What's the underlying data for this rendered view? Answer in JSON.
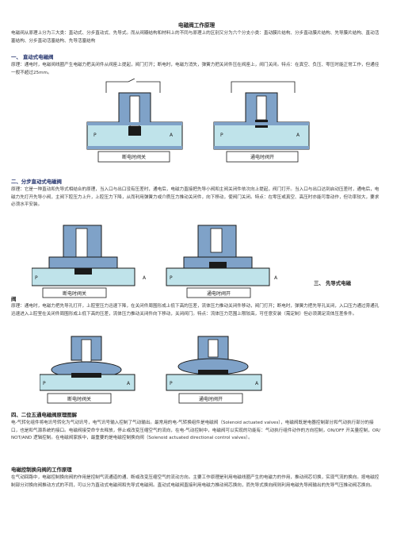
{
  "title": "电磁阀工作原理",
  "intro": "电磁阀从原理上分为三大类：直动式、分步直动式、先导式。而从阀瓣结构和材料上的不同与原理上的区别又分为六个分支小类：直动膜片结构、分步直动膜片结构、先导膜片结构、直动活塞结构、分步直动活塞结构、先导活塞结构",
  "s1": {
    "heading": "一、  直动式电磁阀",
    "text": "原理：通电时，电磁阀线圈产生电磁力把关闭件从阀座上提起，阀门打开；断电时，电磁力消失，弹簧力把关闭件压在阀座上，阀门关闭。特点：在真空、负压、零压时能正常工作，但通径一般不超过25mm。",
    "fig": {
      "left_caption": "断电时阀关",
      "right_caption": "通电时阀开",
      "in_label": "P",
      "out_label": "A"
    }
  },
  "s2": {
    "heading": "二、分步直动式电磁阀",
    "text": "原理：它是一种直动和先导式相结合的原理，当入口与出口没有压差时，通电后，电磁力直接把先导小阀和主阀关闭件依次向上提起，阀门打开。当入口与出口达到启动压差时，通电后，电磁力先打开先导小阀，主阀下腔压力上升，上腔压力下降，从而利用弹簧力或介质压力推动关闭件，向下移动，使阀门关闭。特点：在零压或真空、高压时亦能可靠动作，但功率较大，要求必须水平安装。",
    "fig": {
      "left_caption": "断电时阀关",
      "right_caption": "通电时阀开",
      "in_label": "P",
      "out_label": "A"
    }
  },
  "s3": {
    "heading_a": "三、  先导式电磁",
    "heading_b": "阀",
    "text": "原理：通电时，电磁力把先导孔打开，上腔室压力迅速下降，在关闭件周围形成上低下高的压差，流体压力推动关闭件移动，阀门打开；断电时，弹簧力把先导孔关闭，入口压力通过旁通孔迅速进入上腔室在关闭件周围形成上低下高的压差，流体压力推动关闭件向下移动，关闭阀门。特点：流体压力范围上限较高，可任意安装（需定制）但必须满足流体压差条件。",
    "fig": {
      "left_caption": "断电时阀关",
      "right_caption": "通电时阀开",
      "in_label": "P",
      "out_label": "A"
    }
  },
  "s4": {
    "heading": "四、二位五通电磁阀原理图解",
    "text": "电-气转化组件将电讯号转化为气动讯号，电气讯号输入控制了气动输出。最常用的电-气转换组件是电磁阀（Solenoid actuated valves），电磁阀既是电器控制部分和气动执行部分的接口，也是和气源系统的接口。电磁阀接受命令去释放，停止或改变压缩空气的流向，在电-气动控制中，电磁阀可以实现的功能有：气动执行组件动作的方向控制，ON/OFF 开关量控制，OR/NOT/AND 逻辑控制。在电磁阀家族中，最重要的是电磁控制换向阀（Solenoid actuated directional control valves）。"
  },
  "s5": {
    "heading": "电磁控制换向阀的工作原理",
    "text": "在气动回路中，电磁控制换向阀的作用是控制气流通道的通、断或改变压缩空气的流动方向。主要工作原理是利用电磁线圈产生的电磁力的作用，推动阀芯切换，实现气流的换向。按电磁控制部分对换向阀推动方式的不同，可以分为直动式电磁阀和先导式电磁阀。直动式电磁阀直接利用电磁力推动阀芯换向，而先导式换向阀则利用电磁先导阀输出的先导气压推动阀芯换向。"
  },
  "colors": {
    "text": "#3a3a3a",
    "heading": "#1f2f6a",
    "steel": "#7fa2c8",
    "fluid": "#bfe3ea",
    "dark": "#1a1a1a"
  }
}
